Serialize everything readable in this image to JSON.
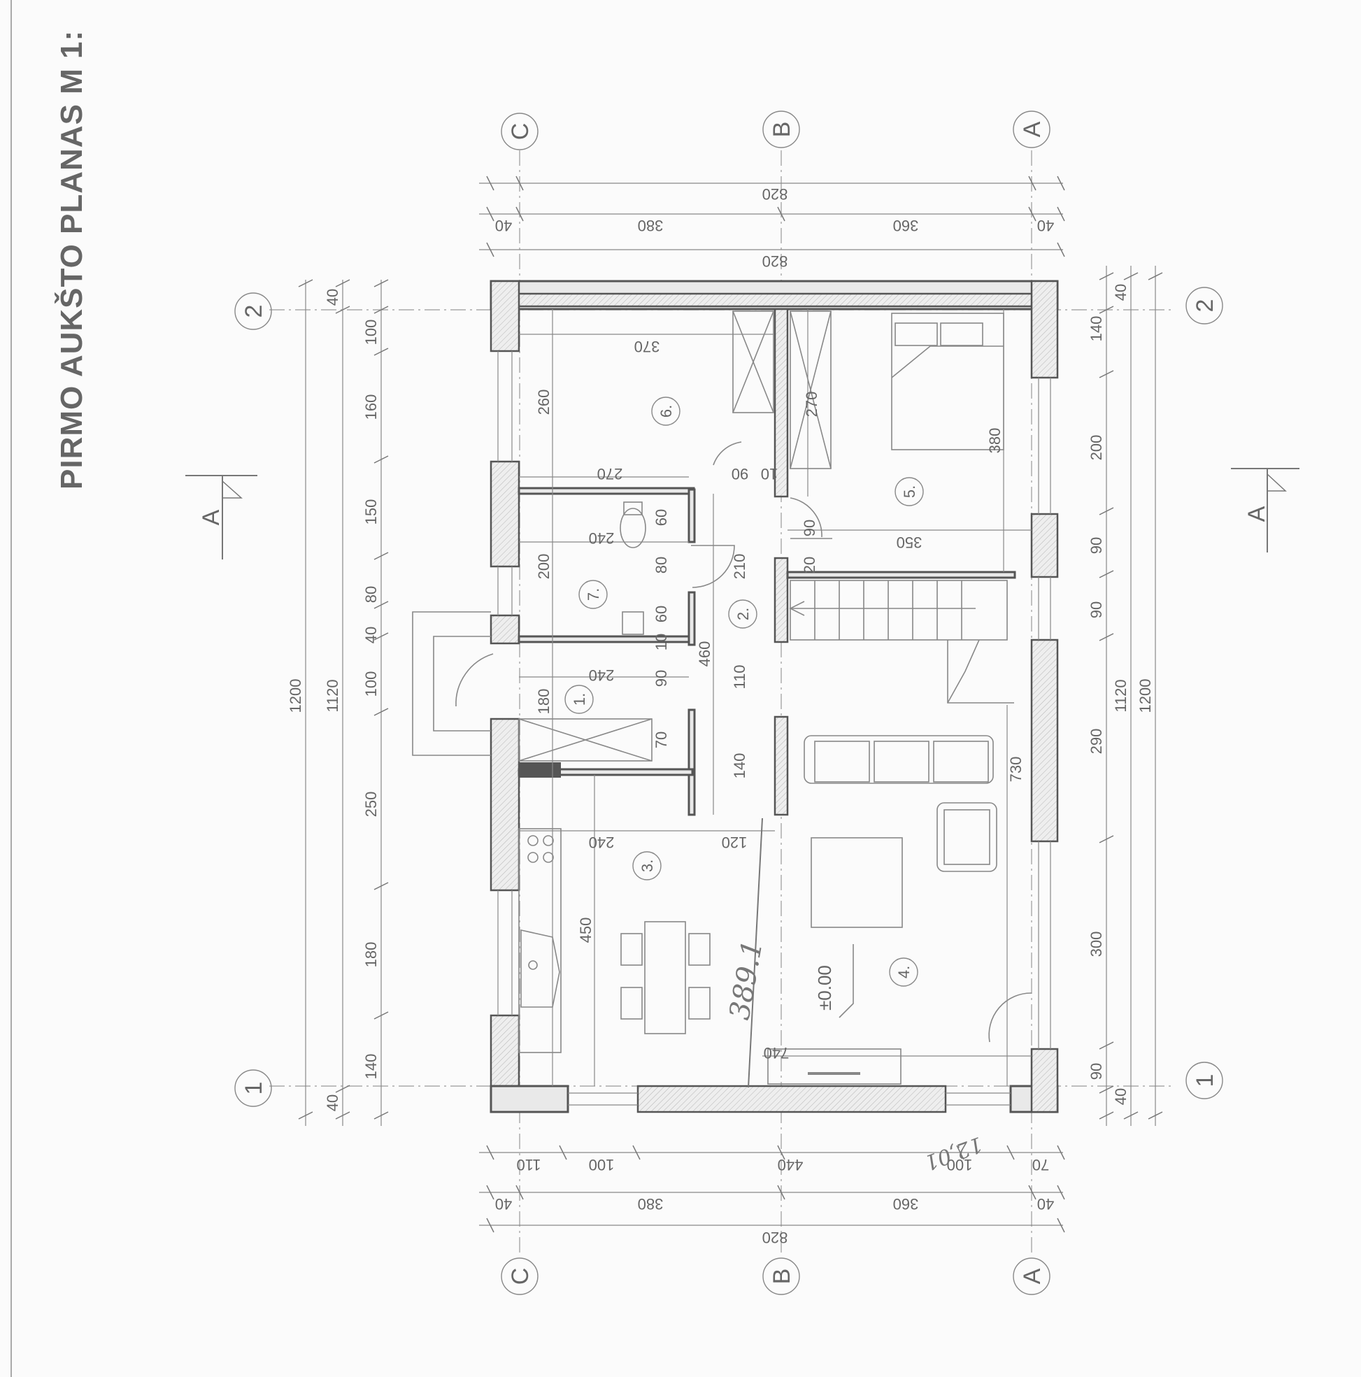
{
  "title": "PIRMO AUKŠTO PLANAS M 1:",
  "axes": {
    "columns": [
      "C",
      "B",
      "A"
    ],
    "rows": [
      "2",
      "1"
    ]
  },
  "section_marks": [
    "A",
    "A"
  ],
  "elevation": "±0.00",
  "handwritten": {
    "area": "389.1",
    "signature": "12,01"
  },
  "dims": {
    "top_total_outer": "820",
    "top_parts": [
      "40",
      "380",
      "360",
      "40"
    ],
    "top_total_inner": "820",
    "bottom_parts_1": [
      "110",
      "100",
      "440",
      "100",
      "70"
    ],
    "bottom_parts_2": [
      "40",
      "380",
      "360",
      "40"
    ],
    "bottom_total": "820",
    "left_total_outer": "1200",
    "left_total_inner": "1120",
    "left_end_40": [
      "40",
      "40"
    ],
    "left_chain": [
      "100",
      "160",
      "150",
      "80",
      "40",
      "100",
      "250",
      "180",
      "140"
    ],
    "right_end_40": [
      "40",
      "40"
    ],
    "right_chain": [
      "140",
      "200",
      "90",
      "90",
      "290",
      "300",
      "90"
    ],
    "right_total_inner": "1120",
    "right_total_outer": "1200"
  },
  "rooms": [
    "1.",
    "2.",
    "3.",
    "4.",
    "5.",
    "6.",
    "7."
  ],
  "inner_dims": {
    "r6_w": "370",
    "r6_h": "260",
    "r6_b": "270",
    "r5_w": "270",
    "r5_h": "380",
    "r5_b": "350",
    "r7_w": "240",
    "r7_h": "200",
    "r1_w": "240",
    "r1_h": "180",
    "r3_w": "240",
    "r3_h": "450",
    "r3_b": "120",
    "r4_h": "730",
    "r4_b": "740",
    "corr_460": "460",
    "corr_210": "210",
    "corr_110": "110",
    "corr_140": "140",
    "d90a": "90",
    "d10a": "10",
    "d90b": "90",
    "d20": "20",
    "d60a": "60",
    "d80": "80",
    "d60b": "60",
    "d10b": "10",
    "d90c": "90",
    "d70": "70"
  }
}
